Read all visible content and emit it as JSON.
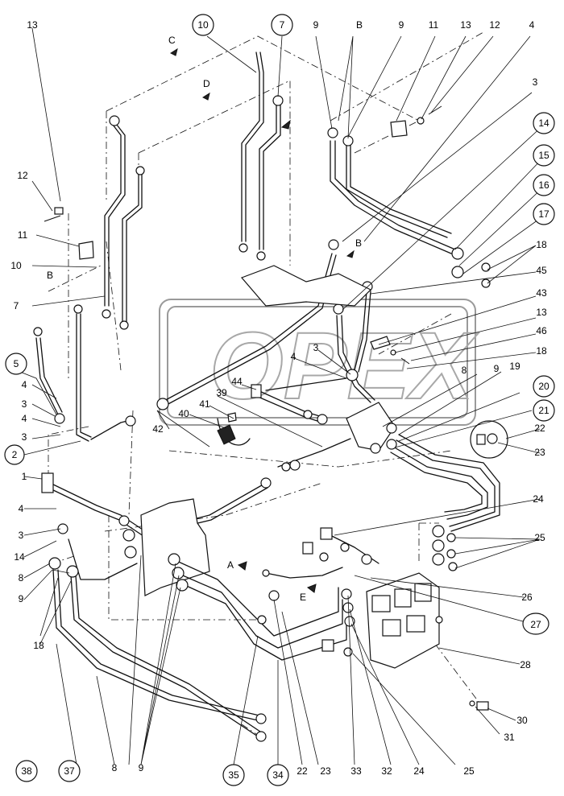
{
  "watermark": {
    "text": "OPEX"
  },
  "section_markers": {
    "C": "C",
    "D": "D",
    "B": "B",
    "A": "A",
    "E": "E"
  },
  "callouts": {
    "c13a": "13",
    "c12a": "12",
    "c11a": "11",
    "c10a": "10",
    "cB1": "B",
    "c7a": "7",
    "c5": "5",
    "c4a": "4",
    "c3a": "3",
    "c4b": "4",
    "c3b": "3",
    "c2": "2",
    "c1": "1",
    "c4c": "4",
    "c3c": "3",
    "c14a": "14",
    "c8a": "8",
    "c9a": "9",
    "c18a": "18",
    "c10top": "10",
    "c7top": "7",
    "c9t1": "9",
    "cBtop": "B",
    "c9t2": "9",
    "c11t": "11",
    "c13t": "13",
    "c12t": "12",
    "c4t": "4",
    "c3t": "3",
    "c14": "14",
    "c15": "15",
    "c16": "16",
    "c17": "17",
    "c18b": "18",
    "c45": "45",
    "c43": "43",
    "c13b": "13",
    "c46": "46",
    "c18c": "18",
    "c3m": "3",
    "c4m": "4",
    "c44": "44",
    "c39": "39",
    "c41": "41",
    "c40": "40",
    "c42": "42",
    "c8m": "8",
    "c9m": "9",
    "c19": "19",
    "c20": "20",
    "c21": "21",
    "c22r": "22",
    "c23r": "23",
    "c24r": "24",
    "c25r": "25",
    "c26": "26",
    "c27": "27",
    "c28": "28",
    "c30": "30",
    "c31": "31",
    "b38": "38",
    "b37": "37",
    "b8": "8",
    "b9": "9",
    "b35": "35",
    "b34": "34",
    "b22": "22",
    "b23": "23",
    "b33": "33",
    "b32": "32",
    "b24": "24",
    "b25": "25"
  }
}
